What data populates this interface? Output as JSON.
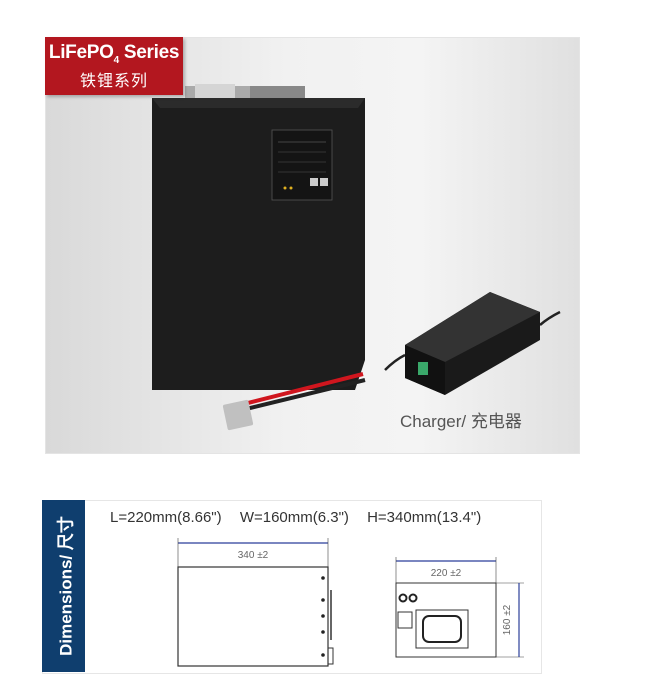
{
  "badge": {
    "title": "LiFePO",
    "subscript": "4",
    "title_suffix": " Series",
    "subtitle": "铁锂系列"
  },
  "product": {
    "charger_label": "Charger/ 充电器"
  },
  "dimensions": {
    "section_label": "Dimensions/ 尺寸",
    "length": "L=220mm(8.66\")",
    "width": "W=160mm(6.3\")",
    "height": "H=340mm(13.4\")",
    "side_view_dim": "340 ±2",
    "front_view_width_dim": "220 ±2",
    "front_view_height_dim": "160 ±2"
  },
  "colors": {
    "badge_red": "#b3171f",
    "side_bar_blue": "#0f3e6e",
    "dim_arrow_blue": "#2a3f9a"
  }
}
